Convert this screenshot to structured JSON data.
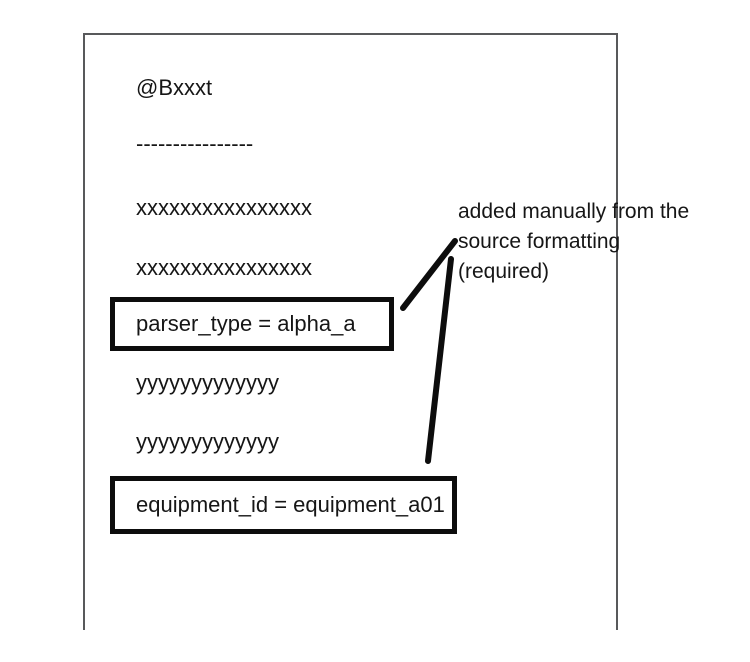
{
  "document": {
    "header": "@Bxxxt",
    "separator": "----------------",
    "masked_line_1": "xxxxxxxxxxxxxxxx",
    "masked_line_2": "xxxxxxxxxxxxxxxx",
    "parser_field": "parser_type = alpha_a",
    "masked_line_3": "yyyyyyyyyyyyy",
    "masked_line_4": "yyyyyyyyyyyyy",
    "equipment_field": "equipment_id = equipment_a01"
  },
  "annotation": {
    "lines": {
      "0": "added manually from the",
      "1": "source formatting",
      "2": "(required)"
    }
  },
  "colors": {
    "connector": "#0d0d0d",
    "box_border": "#0d0d0d",
    "document_border": "#58595b",
    "text": "#161616"
  }
}
